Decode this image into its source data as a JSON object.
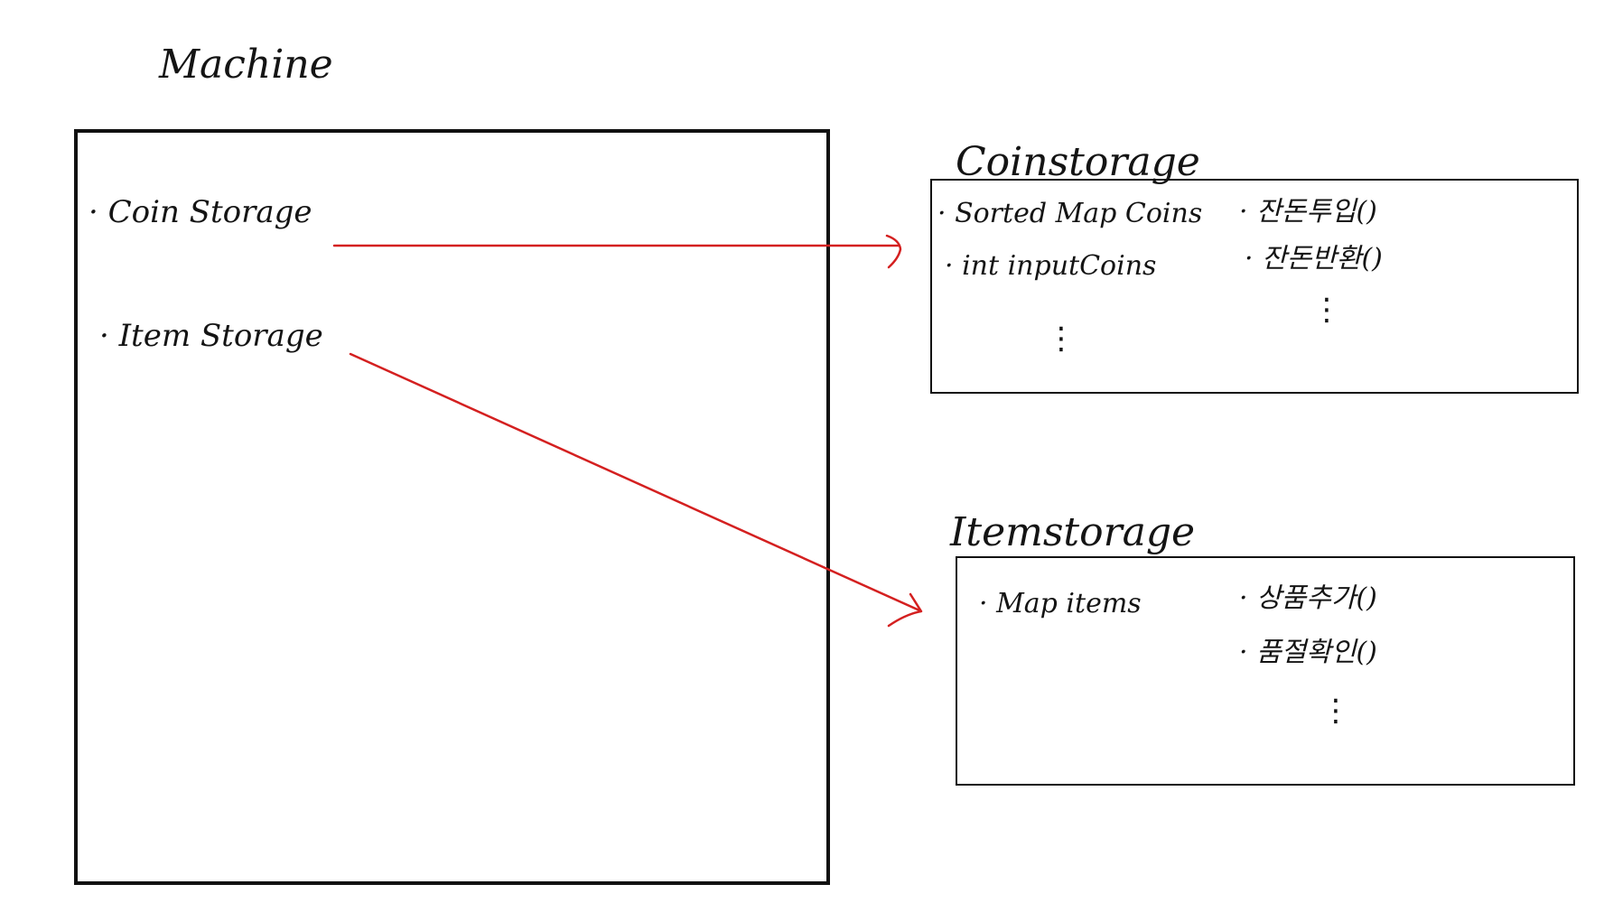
{
  "machine": {
    "title": "Machine",
    "fields": [
      "· Coin Storage",
      "· Item Storage"
    ]
  },
  "coin_storage": {
    "title": "Coinstorage",
    "fields": [
      "· Sorted Map  Coins",
      "· int  inputCoins"
    ],
    "methods": [
      "· 잔돈투입()",
      "· 잔돈반환()"
    ],
    "field_ellipsis": "⋮",
    "method_ellipsis": "⋮"
  },
  "item_storage": {
    "title": "Itemstorage",
    "fields": [
      "· Map  items"
    ],
    "methods": [
      "· 상품추가()",
      "· 품절확인()"
    ],
    "method_ellipsis": "⋮"
  },
  "colors": {
    "outline": "#111111",
    "arrow": "#d42020"
  }
}
